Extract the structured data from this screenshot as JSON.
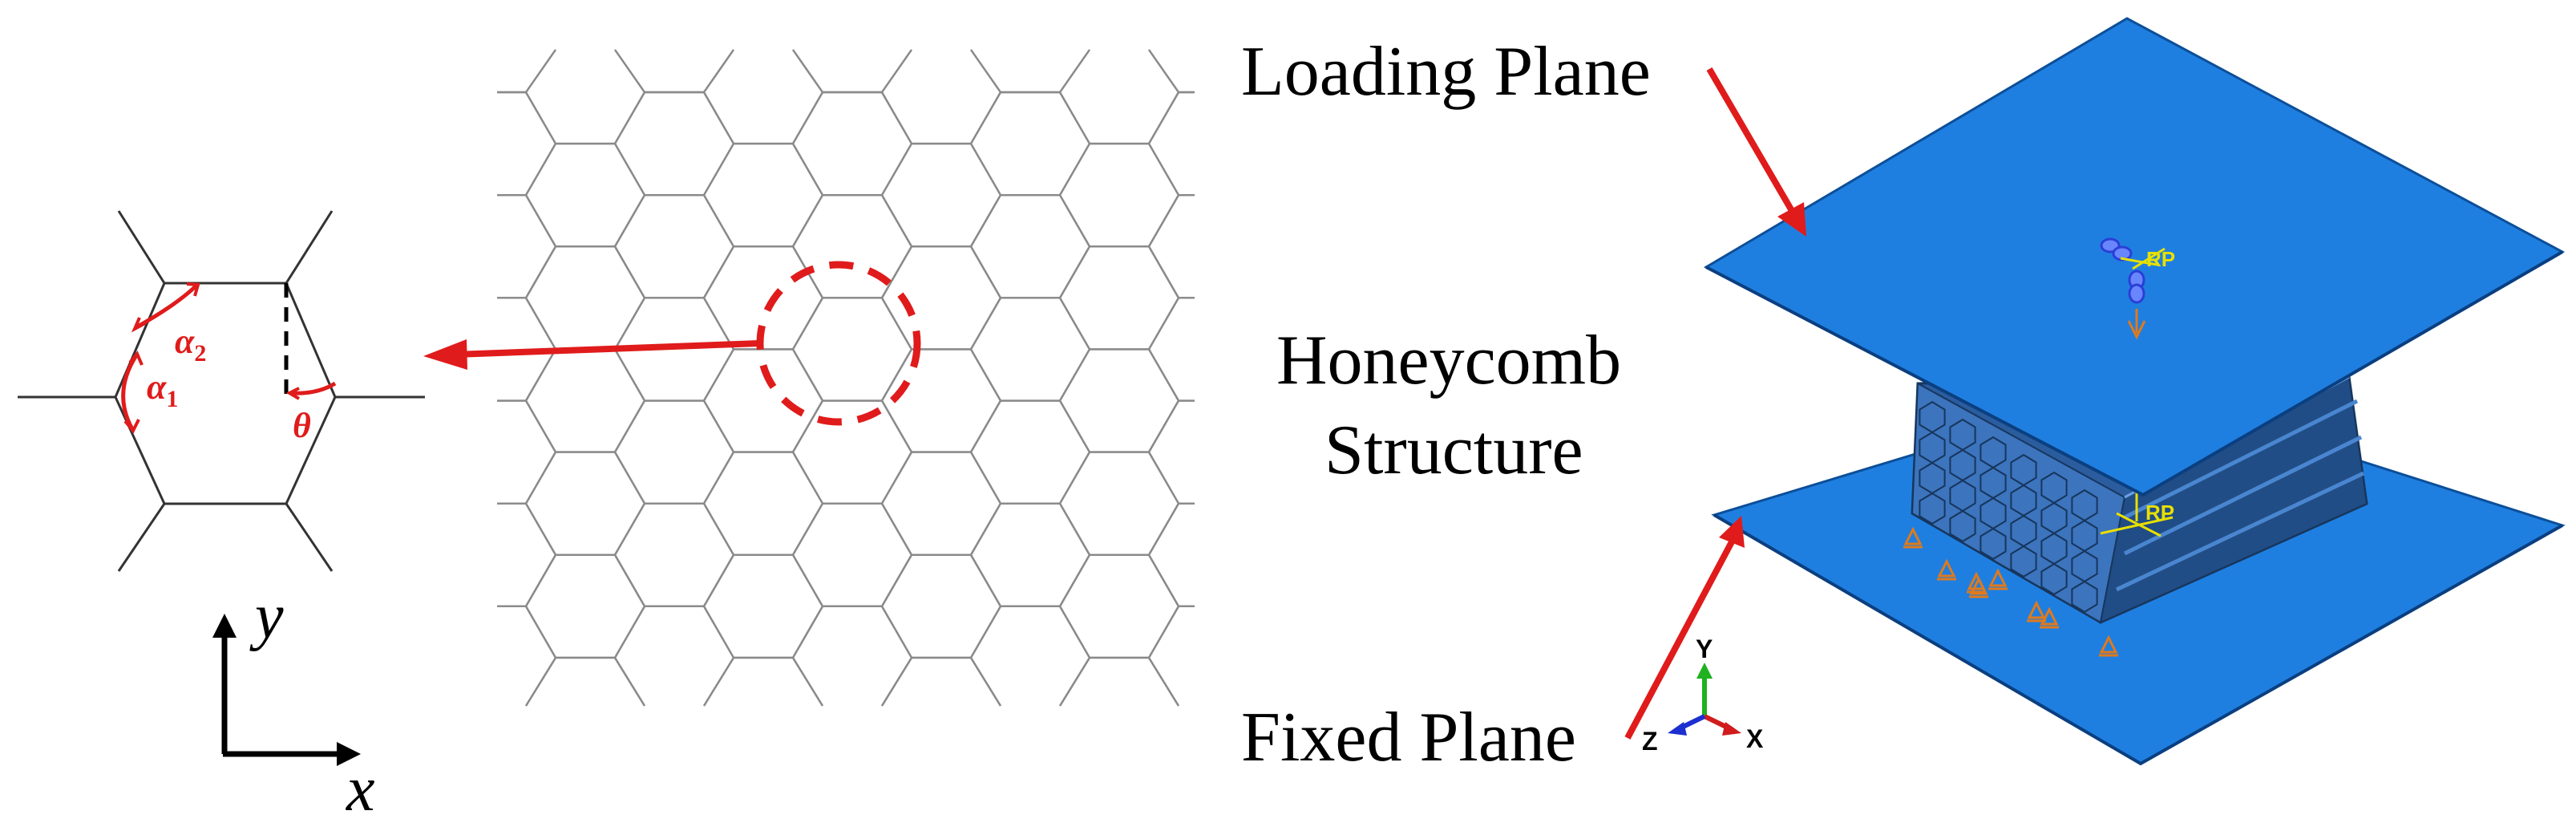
{
  "labels": {
    "loading_plane": "Loading Plane",
    "honeycomb_line1": "Honeycomb",
    "honeycomb_line2": "Structure",
    "fixed_plane": "Fixed Plane"
  },
  "unit_cell": {
    "alpha1_symbol": "α",
    "alpha1_sub": "1",
    "alpha2_symbol": "α",
    "alpha2_sub": "2",
    "theta_symbol": "θ"
  },
  "axes_2d": {
    "x_label": "x",
    "y_label": "y"
  },
  "reference_points": {
    "top_label": "RP",
    "bottom_label": "RP"
  },
  "triad": {
    "x_label": "X",
    "y_label": "Y",
    "z_label": "Z"
  },
  "colors": {
    "plate_blue": "#1f7fe0",
    "plate_edge": "#0c4f99",
    "accent_red": "#e01b1b",
    "grid_gray": "#8a8a8a",
    "rp_yellow": "#e8e000",
    "bc_orange": "#e07a1c"
  }
}
